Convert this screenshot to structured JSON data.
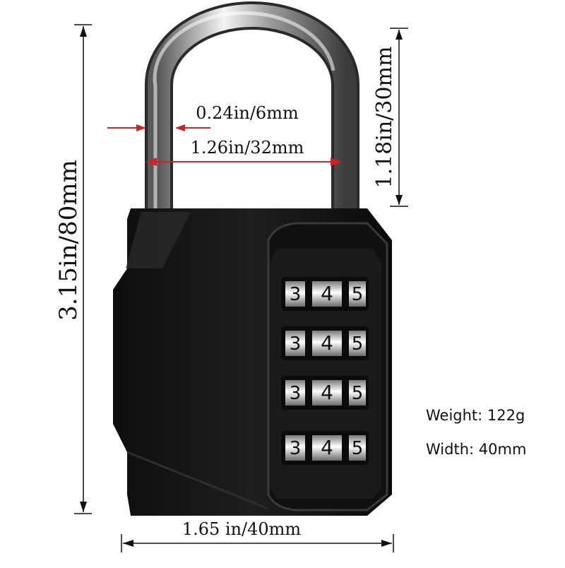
{
  "dimensions": {
    "total_height": "3.15in/80mm",
    "shackle_height": "1.18in/30mm",
    "shackle_thickness": "0.24in/6mm",
    "shackle_inner_width": "1.26in/32mm",
    "body_width": "1.65 in/40mm"
  },
  "dial_rows": [
    {
      "digits": [
        "3",
        "4",
        "5"
      ]
    },
    {
      "digits": [
        "3",
        "4",
        "5"
      ]
    },
    {
      "digits": [
        "3",
        "4",
        "5"
      ]
    },
    {
      "digits": [
        "3",
        "4",
        "5"
      ]
    }
  ],
  "specs": {
    "weight": "Weight: 122g",
    "width": "Width: 40mm"
  },
  "colors": {
    "body": "#161616",
    "arrow_red": "#d42020",
    "line": "#111111"
  }
}
